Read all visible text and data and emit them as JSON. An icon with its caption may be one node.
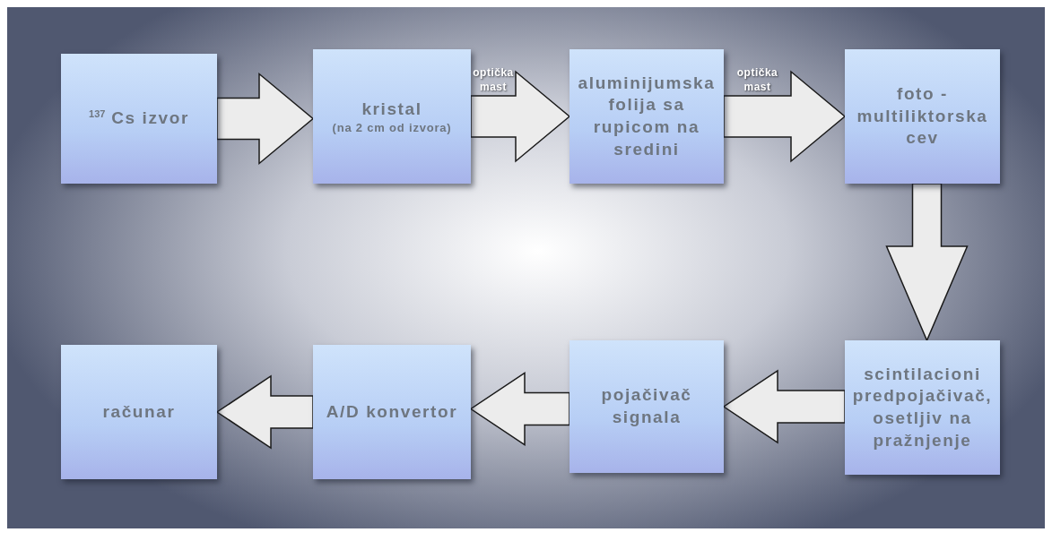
{
  "diagram": {
    "nodes": [
      {
        "text": [
          "$^{137}$ Cs izvor"
        ]
      },
      {
        "text": [
          "kristal",
          "(na 2 cm od izvora)"
        ]
      },
      {
        "text": [
          "aluminijumska folija sa rupicom na sredini"
        ]
      },
      {
        "text": [
          "foto - multiliktorska cev"
        ]
      },
      {
        "text": [
          "scintilacioni predpojačivač, osetljiv na pražnjenje"
        ]
      },
      {
        "text": [
          "pojačivač signala"
        ]
      },
      {
        "text": [
          "A/D konvertor"
        ]
      },
      {
        "text": [
          "računar"
        ]
      }
    ],
    "edges": [
      {
        "from": 0,
        "to": 1,
        "arrow": "to"
      },
      {
        "from": 1,
        "to": 2,
        "arrow": "to",
        "label": "optička mast"
      },
      {
        "from": 2,
        "to": 3,
        "arrow": "to",
        "label": "optička mast"
      },
      {
        "from": 3,
        "to": 4,
        "arrow": "to"
      },
      {
        "from": 4,
        "to": 5,
        "arrow": "to"
      },
      {
        "from": 5,
        "to": 6,
        "arrow": "to"
      },
      {
        "from": 6,
        "to": 7,
        "arrow": "to"
      }
    ]
  }
}
